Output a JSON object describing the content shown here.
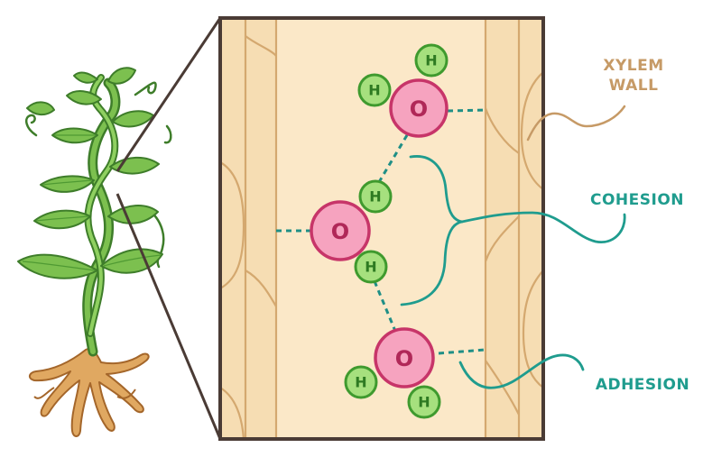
{
  "labels": {
    "xylem_wall_line1": "XYLEM",
    "xylem_wall_line2": "WALL",
    "cohesion": "COHESION",
    "adhesion": "ADHESION"
  },
  "atoms": {
    "oxygen": "O",
    "hydrogen": "H"
  },
  "colors": {
    "xylem_fill": "#f6ddb3",
    "xylem_inner": "#fbe8c8",
    "xylem_line": "#d8b07e",
    "frame": "#4a3b35",
    "oxygen_fill": "#f6a3bf",
    "oxygen_stroke": "#c73569",
    "hydrogen_fill": "#a6e07e",
    "hydrogen_stroke": "#3f9a2e",
    "bond": "#1f8f86",
    "xylem_label": "#c69a66",
    "callout": "#1f9c8e",
    "plant_green": "#77b84c",
    "plant_dark": "#3e7d2a",
    "root": "#d69a52"
  }
}
